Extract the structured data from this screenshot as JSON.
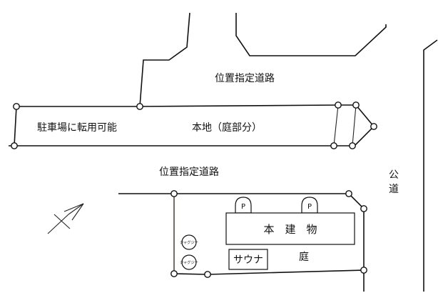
{
  "labels": {
    "road_top": "位置指定道路",
    "road_middle": "位置指定道路",
    "parking_conversion": "駐車場に転用可能",
    "main_land": "本地（庭部分）",
    "public_road_char1": "公",
    "public_road_char2": "道",
    "main_building": "本　建　物",
    "sauna": "サウナ",
    "garden": "庭",
    "parking_mark_1": "P",
    "parking_mark_2": "P",
    "jacuzzi_1": "ジャグジー",
    "jacuzzi_2": "ジャグジー"
  },
  "icons": {
    "north_arrow": "compass-needle-icon"
  },
  "colors": {
    "line": "#111111",
    "background": "#ffffff",
    "boundary_left": "#5a4a3a"
  }
}
